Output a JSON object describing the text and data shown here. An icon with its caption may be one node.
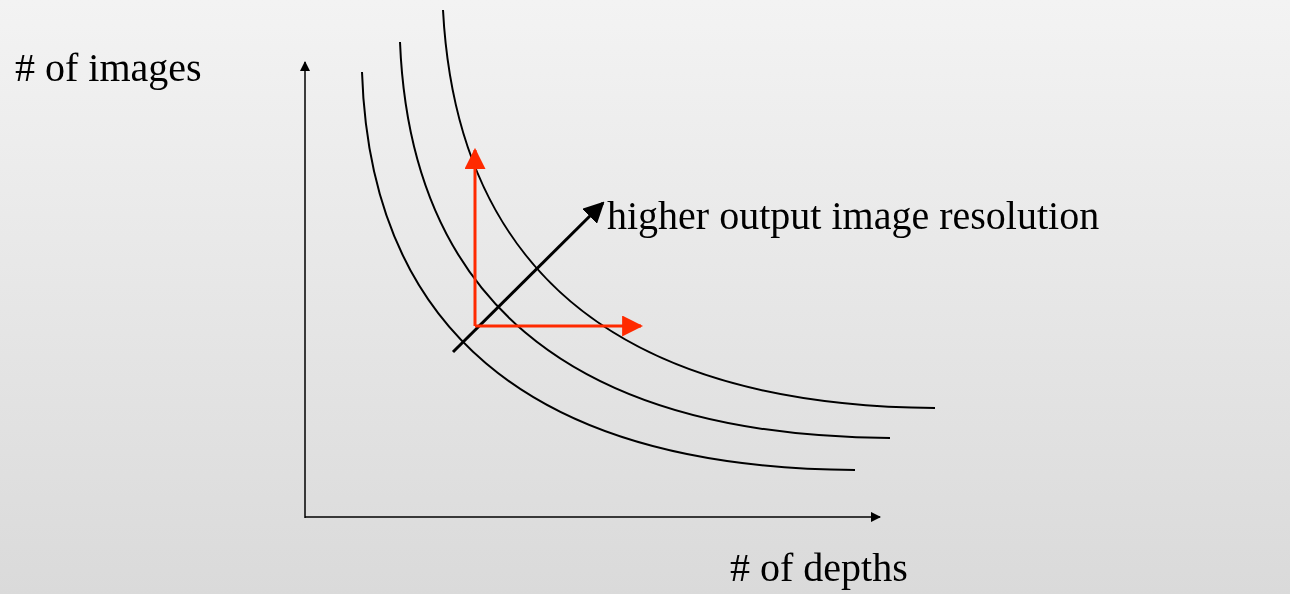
{
  "diagram": {
    "labels": [
      "# of images",
      "higher output image resolution",
      "# of depths"
    ]
  }
}
